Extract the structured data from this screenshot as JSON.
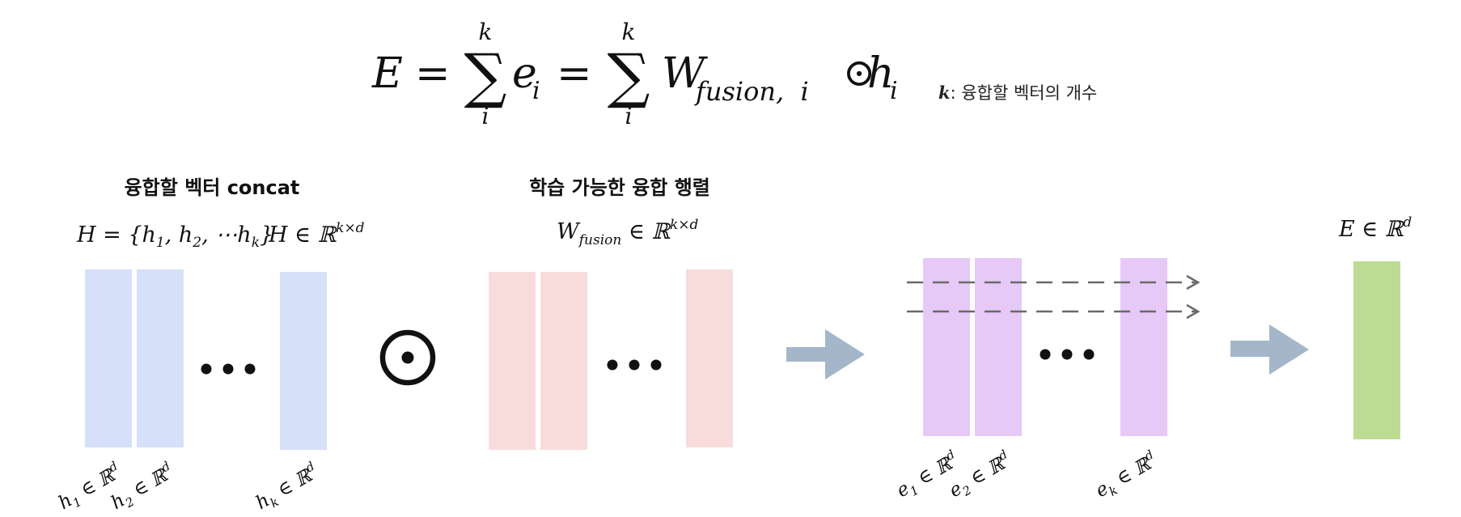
{
  "formula": {
    "E": "E",
    "eq": "=",
    "sum_top": "k",
    "sum_bottom": "i",
    "sigma": "∑",
    "e": "e",
    "e_sub": "i",
    "W": "W",
    "W_sub": "fusion,  i",
    "odot": "⊙",
    "h": "h",
    "h_sub": "i"
  },
  "note": {
    "var": "k",
    "text": ": 융합할 벡터의 개수"
  },
  "sections": {
    "concat_title": "융합할 벡터 concat",
    "matrix_title": "학습 가능한 융합 행렬"
  },
  "math_labels": {
    "H_set": {
      "lhs": "H = {h",
      "s1": "1",
      "c1": ", h",
      "s2": "2",
      "c2": ", ⋯h",
      "sk": "k",
      "end": "}"
    },
    "H_space": {
      "base": "H ∈ ℝ",
      "sup": "k×d"
    },
    "W_space": {
      "base": "W",
      "sub": "fusion",
      "mid": " ∈ ℝ",
      "sup": "k×d"
    },
    "E_space": {
      "base": "E ∈ ℝ",
      "sup": "d"
    }
  },
  "column_labels": {
    "h1": {
      "var": "h",
      "sub": "1",
      "rest": " ∈ ℝ",
      "sup": "d"
    },
    "h2": {
      "var": "h",
      "sub": "2",
      "rest": " ∈ ℝ",
      "sup": "d"
    },
    "hk": {
      "var": "h",
      "sub": "k",
      "rest": " ∈ ℝ",
      "sup": "d"
    },
    "e1": {
      "var": "e",
      "sub": "1",
      "rest": " ∈ ℝ",
      "sup": "d"
    },
    "e2": {
      "var": "e",
      "sub": "2",
      "rest": " ∈ ℝ",
      "sup": "d"
    },
    "ek": {
      "var": "e",
      "sub": "k",
      "rest": " ∈ ℝ",
      "sup": "d"
    }
  },
  "colors": {
    "h_columns": "#d6e0f8",
    "w_columns": "#f8dcdb",
    "e_columns": "#e6c9f6",
    "E_column": "#bbdc92",
    "arrow": "#a4b6c9",
    "dashed": "#6a6a6a",
    "text": "#111111"
  }
}
